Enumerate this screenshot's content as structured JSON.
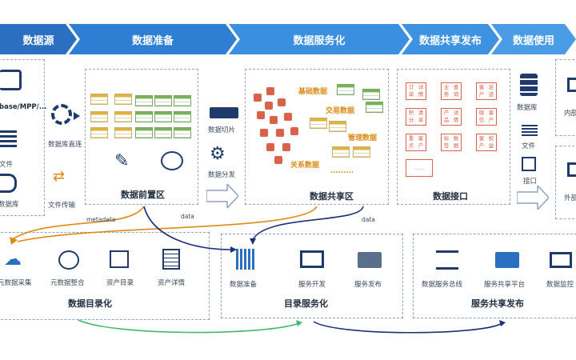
{
  "header": {
    "steps": [
      "数据源",
      "数据准备",
      "数据服务化",
      "数据共享发布",
      "数据使用"
    ]
  },
  "source": {
    "db_label": "base/MPP/...",
    "file_label": "文件",
    "outer_db_label": "外部数据库"
  },
  "connectors": {
    "db_direct": "数据库直连",
    "file_transfer": "文件传输"
  },
  "prep": {
    "title": "数据前置区"
  },
  "middle": {
    "slicing": "数据切片",
    "distribution": "数据分发"
  },
  "share": {
    "title": "数据共享区",
    "labels": [
      "基础数据",
      "交易数据",
      "管理数据",
      "关系数据"
    ],
    "dots": "........."
  },
  "api": {
    "title": "数据接口",
    "tags": [
      [
        "订单",
        "详情"
      ],
      [
        "业务",
        "查询"
      ],
      [
        "客户",
        "足迹"
      ],
      [
        "积分",
        "清单"
      ],
      [
        "产品",
        "详情"
      ],
      [
        "微信",
        "客户"
      ],
      [
        "重点",
        "客户"
      ],
      [
        "标签",
        "数据"
      ],
      [
        "客户",
        "权益"
      ]
    ],
    "more": "......"
  },
  "use_side": {
    "database": "数据库",
    "file": "文件",
    "interface": "接口",
    "inner": "内部",
    "outer": "外部"
  },
  "flow_labels": {
    "metadata": "metadata",
    "data1": "data",
    "data2": "data"
  },
  "catalog": {
    "title": "数据目录化",
    "items": [
      "元数据采集",
      "元数据整合",
      "资产目录",
      "资产详情"
    ]
  },
  "service": {
    "title": "目录服务化",
    "items": [
      "数据准备",
      "服务开发",
      "服务发布"
    ]
  },
  "publish": {
    "title": "服务共享发布",
    "items": [
      "数据服务总线",
      "服务共享平台",
      "数据监控"
    ]
  },
  "colors": {
    "accent_blue": "#2e7fd3",
    "orange": "#e08a16",
    "red": "#d9634a",
    "navy": "#1f2f7a",
    "green": "#3dbb6a"
  }
}
